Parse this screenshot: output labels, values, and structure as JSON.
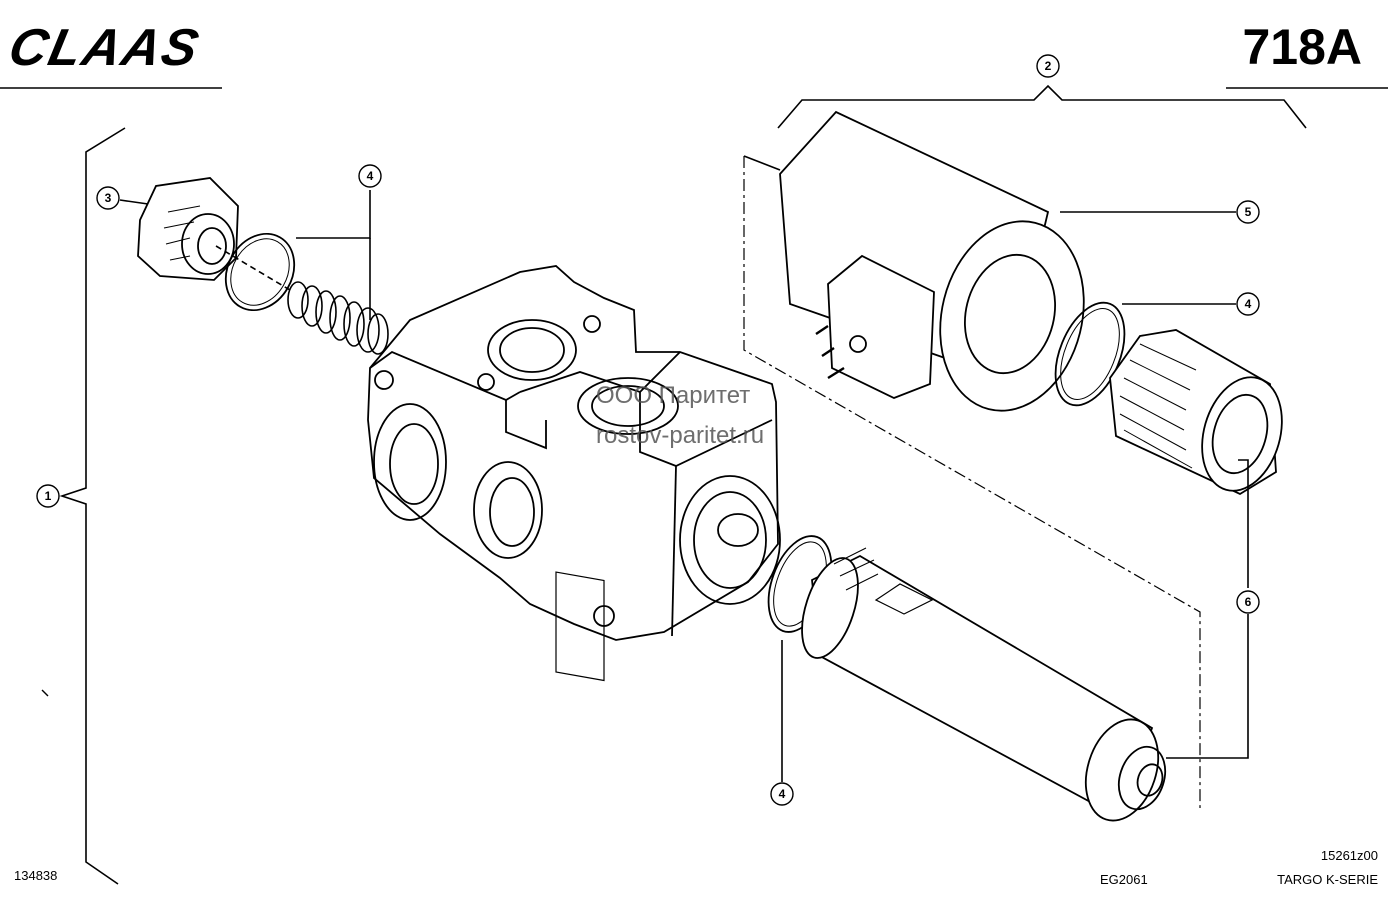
{
  "header": {
    "brand": "CLAAS",
    "page_code": "718A"
  },
  "callouts": [
    "1",
    "2",
    "3",
    "4",
    "4",
    "4",
    "5",
    "6"
  ],
  "watermark": {
    "line1": "ООО Паритет",
    "line2": "rostov-paritet.ru"
  },
  "footer": {
    "left_code": "134838",
    "center_code": "EG2061",
    "right_code_top": "15261z00",
    "right_code_bottom": "TARGO K-SERIE"
  }
}
